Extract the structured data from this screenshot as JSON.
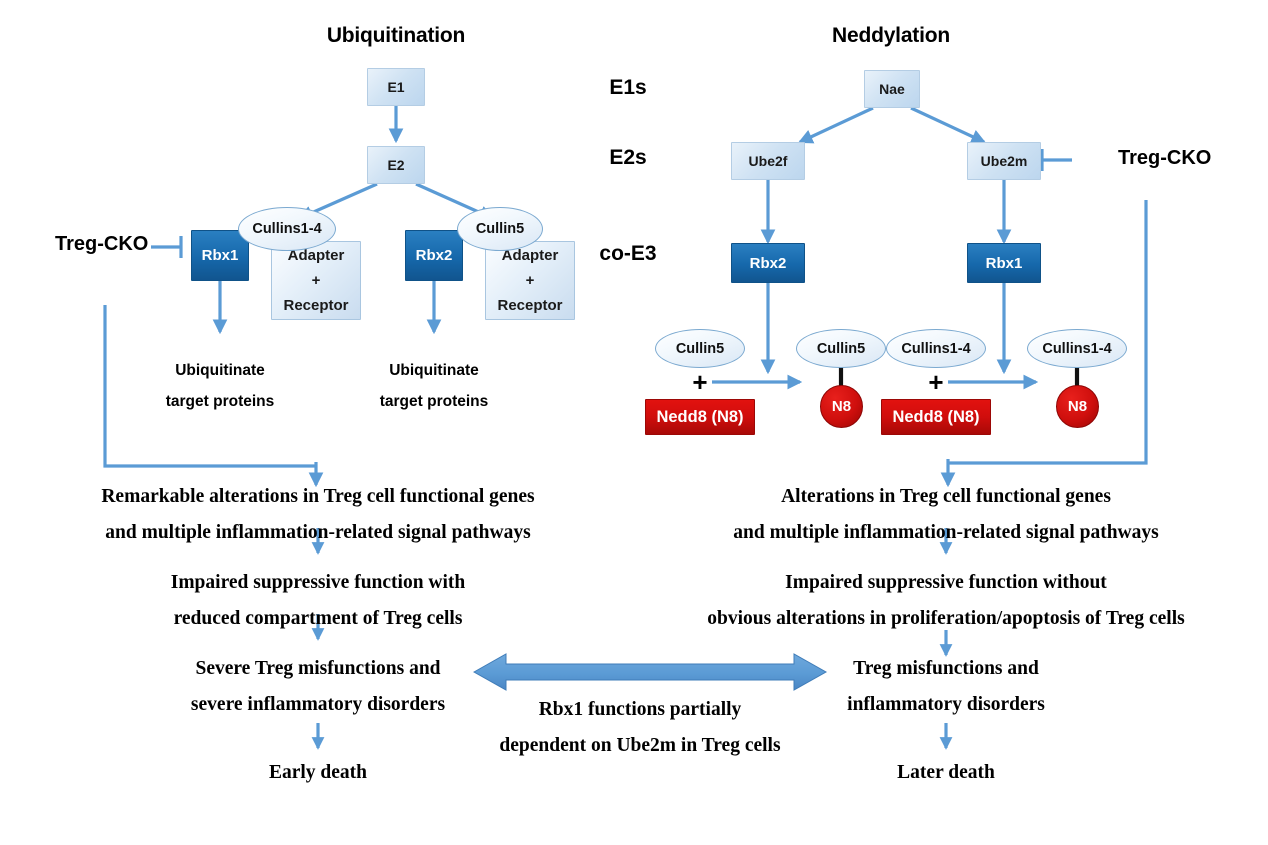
{
  "headings": {
    "left_title": "Ubiquitination",
    "right_title": "Neddylation"
  },
  "column_labels": {
    "e1s": "E1s",
    "e2s": "E2s",
    "co_e3": "co-E3"
  },
  "colors": {
    "arrow_blue": "#5B9BD5",
    "dark_blue": "#1668AB",
    "light_blue": "#CFE2F3",
    "red": "#D00D0C",
    "black": "#000000",
    "background": "#FFFFFF"
  },
  "ubiquitination": {
    "e1": "E1",
    "e2": "E2",
    "treg_cko": "Treg-CKO",
    "branch_left": {
      "rbx": "Rbx1",
      "cullin": "Cullins1-4",
      "adapter_line1": "Adapter",
      "adapter_line2": "+",
      "adapter_line3": "Receptor",
      "outcome_line1": "Ubiquitinate",
      "outcome_line2": "target proteins"
    },
    "branch_right": {
      "rbx": "Rbx2",
      "cullin": "Cullin5",
      "adapter_line1": "Adapter",
      "adapter_line2": "+",
      "adapter_line3": "Receptor",
      "outcome_line1": "Ubiquitinate",
      "outcome_line2": "target proteins"
    },
    "summary": {
      "line1": "Remarkable alterations in Treg cell functional genes",
      "line2": "and multiple inflammation-related signal pathways",
      "line3": "Impaired suppressive function with",
      "line4": "reduced compartment of Treg cells",
      "line5": "Severe Treg misfunctions and",
      "line6": "severe inflammatory disorders",
      "line7": "Early death"
    }
  },
  "neddylation": {
    "nae": "Nae",
    "treg_cko": "Treg-CKO",
    "branch_left": {
      "e2": "Ube2f",
      "rbx": "Rbx2",
      "substrate_cullin": "Cullin5",
      "plus": "+",
      "nedd8": "Nedd8 (N8)",
      "product_cullin": "Cullin5",
      "product_tag": "N8"
    },
    "branch_right": {
      "e2": "Ube2m",
      "rbx": "Rbx1",
      "substrate_cullin": "Cullins1-4",
      "plus": "+",
      "nedd8": "Nedd8 (N8)",
      "product_cullin": "Cullins1-4",
      "product_tag": "N8"
    },
    "summary": {
      "line1": "Alterations in Treg cell functional genes",
      "line2": "and multiple inflammation-related signal pathways",
      "line3": "Impaired suppressive function without",
      "line4": "obvious alterations in proliferation/apoptosis of Treg cells",
      "line5": "Treg misfunctions and",
      "line6": "inflammatory disorders",
      "line7": "Later death"
    }
  },
  "comparison": {
    "line1": "Rbx1 functions partially",
    "line2": "dependent on Ube2m in Treg cells"
  }
}
